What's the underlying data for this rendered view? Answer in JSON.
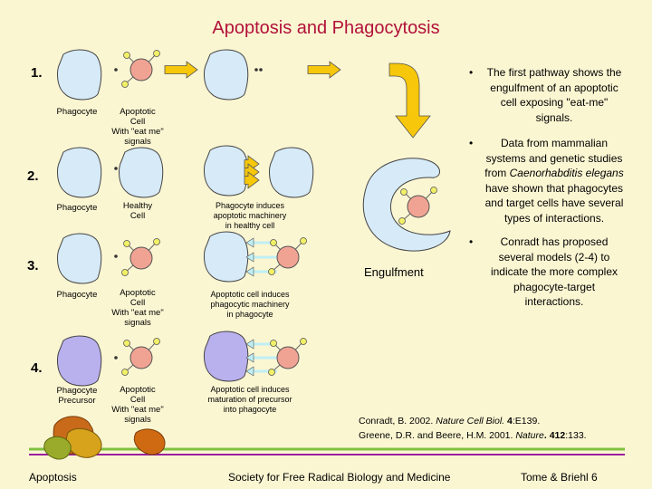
{
  "title": "Apoptosis and Phagocytosis",
  "rows": [
    {
      "number": "1.",
      "phagocyte_label": "Phagocyte",
      "target_label": "Apoptotic\nCell\nWith \"eat me\"\nsignals",
      "caption": ""
    },
    {
      "number": "2.",
      "phagocyte_label": "Phagocyte",
      "target_label": "Healthy\nCell",
      "caption": "Phagocyte induces\napoptotic machinery\nin healthy cell"
    },
    {
      "number": "3.",
      "phagocyte_label": "Phagocyte",
      "target_label": "Apoptotic\nCell\nWith \"eat me\"\nsignals",
      "caption": "Apoptotic cell induces\nphagocytic machinery\nin phagocyte"
    },
    {
      "number": "4.",
      "phagocyte_label": "Phagocyte\nPrecursor",
      "target_label": "Apoptotic\nCell\nWith \"eat me\"\nsignals",
      "caption": "Apoptotic cell induces\nmaturation of precursor\ninto phagocyte"
    }
  ],
  "engulfment_label": "Engulfment",
  "bullets": [
    {
      "text": "The first pathway shows the engulfment of an apoptotic cell exposing \"eat-me\" signals.",
      "italic": ""
    },
    {
      "text_before": "Data from mammalian systems and genetic studies from ",
      "italic": "Caenorhabditis elegans",
      "text_after": " have shown that phagocytes and target cells have several types of interactions."
    },
    {
      "text": "Conradt has proposed several models (2-4) to indicate the more complex phagocyte-target interactions."
    }
  ],
  "references": [
    {
      "authors": "Conradt, B. 2002. ",
      "journal": "Nature Cell Biol.",
      "volume": " 4",
      "pages": ":E139."
    },
    {
      "authors": "Greene, D.R. and Beere, H.M. 2001. ",
      "journal": "Nature",
      "volume": ". 412",
      "pages": ":133."
    }
  ],
  "footer": {
    "left": "Apoptosis",
    "center": "Society for Free Radical Biology and Medicine",
    "right": "Tome & Briehl 6"
  },
  "colors": {
    "background": "#fbf6d2",
    "title": "#b1113a",
    "phagocyte": "#d6eaf7",
    "precursor": "#b9b0ee",
    "apoptotic_cell": "#f1a393",
    "receptor": "#f2f066",
    "arrow_yellow": "#f6c70a",
    "arrow_cyan": "#bfeff5",
    "rule_green": "#80c040",
    "rule_purple": "#9b1e9e"
  }
}
